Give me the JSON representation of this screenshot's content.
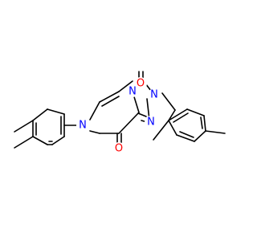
{
  "colors": {
    "bond": "#000000",
    "background": "#ffffff",
    "nitrogen": "#0000ff",
    "oxygen": "#ff0000"
  },
  "atoms": {
    "o_top": {
      "label": "O",
      "element": "oxygen"
    },
    "o_bottom": {
      "label": "O",
      "element": "oxygen"
    },
    "n_aryl": {
      "label": "N",
      "element": "nitrogen"
    },
    "n_fused": {
      "label": "N",
      "element": "nitrogen"
    },
    "n_benzyl": {
      "label": "N",
      "element": "nitrogen"
    },
    "n_imine": {
      "label": "N",
      "element": "nitrogen"
    }
  }
}
